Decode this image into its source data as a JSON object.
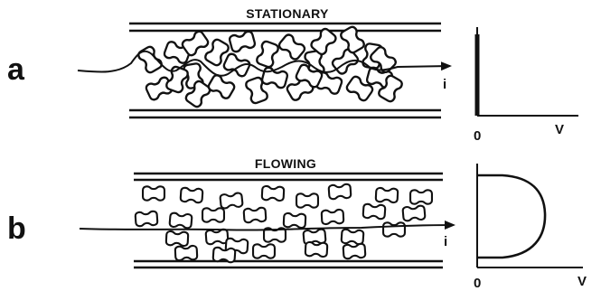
{
  "panel_a": {
    "label": "a",
    "heading": "STATIONARY",
    "arrow_label": "i",
    "axis_origin": "0",
    "axis_x": "V"
  },
  "panel_b": {
    "label": "b",
    "heading": "FLOWING",
    "arrow_label": "i",
    "axis_origin": "0",
    "axis_x": "V"
  }
}
